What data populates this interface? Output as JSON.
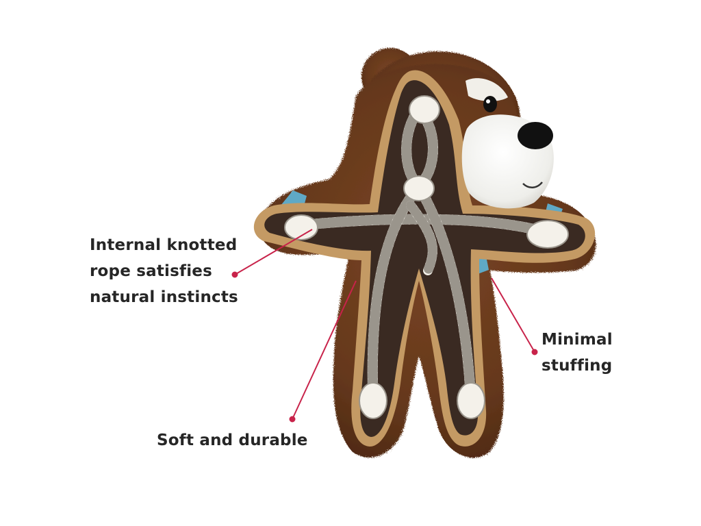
{
  "callouts": {
    "rope": {
      "lines": [
        "Internal knotted",
        "rope satisfies",
        "natural instincts"
      ]
    },
    "stuffing": {
      "lines": [
        "Minimal",
        "stuffing"
      ]
    },
    "soft": {
      "lines": [
        "Soft and durable"
      ]
    }
  },
  "colors": {
    "fur": "#6b3b1e",
    "fur_dark": "#4a2612",
    "trim": "#c49a64",
    "inner_panel": "#3a2a22",
    "rope": "#f4f1ea",
    "muzzle": "#f5f5f3",
    "patch": "#5fa9c6",
    "leader": "#c8234a",
    "text": "#262626"
  },
  "product": {
    "name": "knotted rope teddy bear dog toy",
    "icons": [
      "bear-toy-illustration",
      "rope-icon",
      "leader-line"
    ]
  }
}
